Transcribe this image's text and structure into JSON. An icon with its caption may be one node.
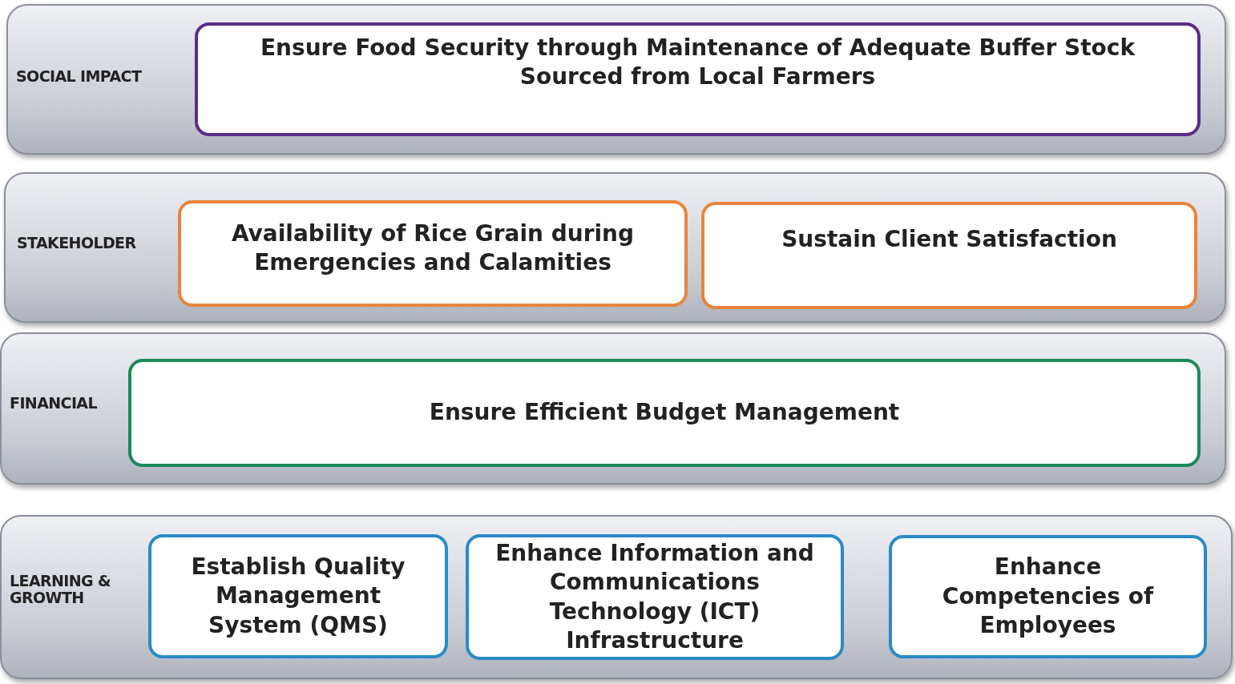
{
  "diagram": {
    "nodes": [
      {
        "text": [
          "SOCIAL IMPACT"
        ]
      },
      {
        "text": [
          "Ensure Food Security through Maintenance of Adequate Buffer Stock Sourced from Local Farmers"
        ],
        "in": 0
      },
      {
        "text": [
          "STAKEHOLDER"
        ]
      },
      {
        "text": [
          "Availability of Rice Grain during Emergencies and Calamities"
        ],
        "in": 2
      },
      {
        "text": [
          "Sustain Client Satisfaction"
        ],
        "in": 2
      },
      {
        "text": [
          "FINANCIAL"
        ]
      },
      {
        "text": [
          "Ensure Efficient Budget Management"
        ],
        "in": 5
      },
      {
        "text": [
          "LEARNING & GROWTH"
        ]
      },
      {
        "text": [
          "Establish Quality Management System (QMS)"
        ],
        "in": 7
      },
      {
        "text": [
          "Enhance Information and Communications Technology (ICT) Infrastructure"
        ],
        "in": 7
      },
      {
        "text": [
          "Enhance Competencies of Employees"
        ],
        "in": 7
      }
    ],
    "edges": []
  }
}
